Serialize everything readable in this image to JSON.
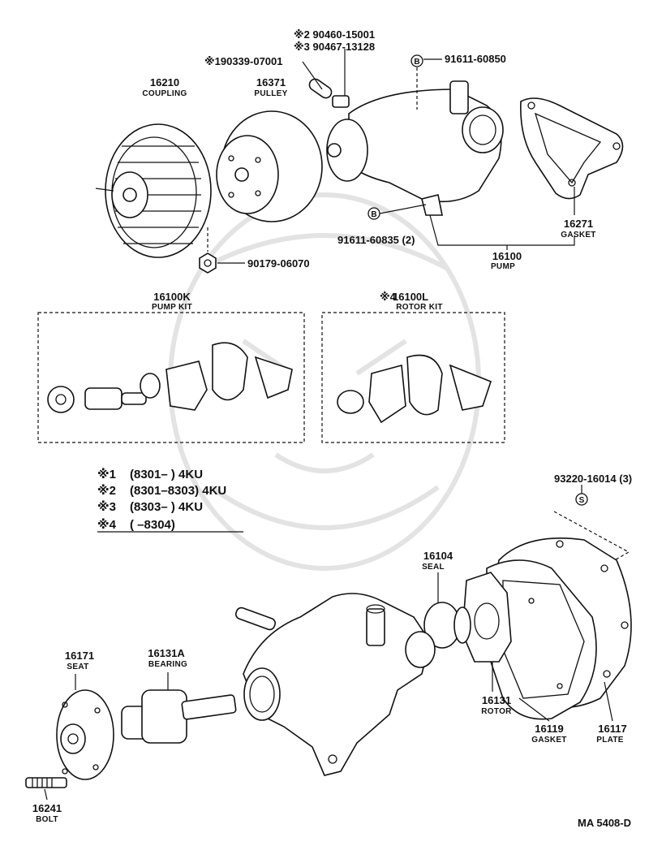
{
  "parts": {
    "coupling": {
      "number": "16210",
      "name": "COUPLING"
    },
    "pulley": {
      "number": "16371",
      "name": "PULLEY"
    },
    "pump": {
      "number": "16100",
      "name": "PUMP"
    },
    "gasket_top": {
      "number": "16271",
      "name": "GASKET"
    },
    "pump_kit": {
      "number": "16100K",
      "name": "PUMP KIT"
    },
    "rotor_kit": {
      "number": "16100L",
      "name": "ROTOR KIT",
      "mark": "※4"
    },
    "seal": {
      "number": "16104",
      "name": "SEAL"
    },
    "seat": {
      "number": "16171",
      "name": "SEAT"
    },
    "bearing": {
      "number": "16131A",
      "name": "BEARING"
    },
    "rotor": {
      "number": "16131",
      "name": "ROTOR"
    },
    "gasket_low": {
      "number": "16119",
      "name": "GASKET"
    },
    "plate": {
      "number": "16117",
      "name": "PLATE"
    },
    "bolt": {
      "number": "16241",
      "name": "BOLT"
    }
  },
  "callouts": {
    "c1": "※2 90460-15001",
    "c2": "※3 90467-13128",
    "c3": "※190339-07001",
    "c4": "91611-60850",
    "c5": "91611-60835 (2)",
    "c6": "90179-06070",
    "c7": "93220-16014 (3)"
  },
  "markers": {
    "b_top": "B",
    "b_low": "B",
    "s": "S"
  },
  "notes": [
    {
      "mark": "※1",
      "range": "(8301–      ) 4KU"
    },
    {
      "mark": "※2",
      "range": "(8301–8303) 4KU"
    },
    {
      "mark": "※3",
      "range": "(8303–      ) 4KU"
    },
    {
      "mark": "※4",
      "range": "(        –8304)"
    }
  ],
  "figure_code": "MA 5408-D"
}
